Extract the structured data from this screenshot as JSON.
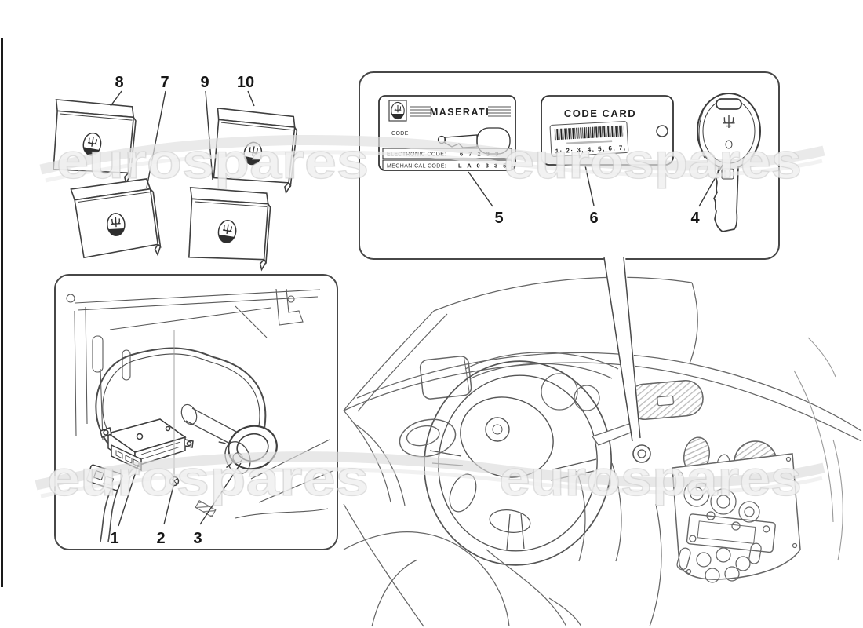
{
  "watermark": {
    "text": "eurospares"
  },
  "maserati_card": {
    "brand": "MASERATI",
    "code_label": "CODE",
    "electronic_label": "ELECTRONIC CODE:",
    "electronic_value": "6 7 2 3 3",
    "mechanical_label": "MECHANICAL CODE:",
    "mechanical_value": "L A 0 3 3 5 0"
  },
  "code_card": {
    "title": "CODE CARD",
    "serial_row": "1· 2· 3, 4, 5, 6, 7,"
  },
  "callouts": {
    "c1": "1",
    "c2": "2",
    "c3": "3",
    "c4": "4",
    "c5": "5",
    "c6": "6",
    "c7": "7",
    "c8": "8",
    "c9": "9",
    "c10": "10"
  },
  "colors": {
    "line": "#4a4a4a",
    "panel_border": "#474747",
    "callout_text": "#161616",
    "watermark": "#e3e3e3"
  }
}
